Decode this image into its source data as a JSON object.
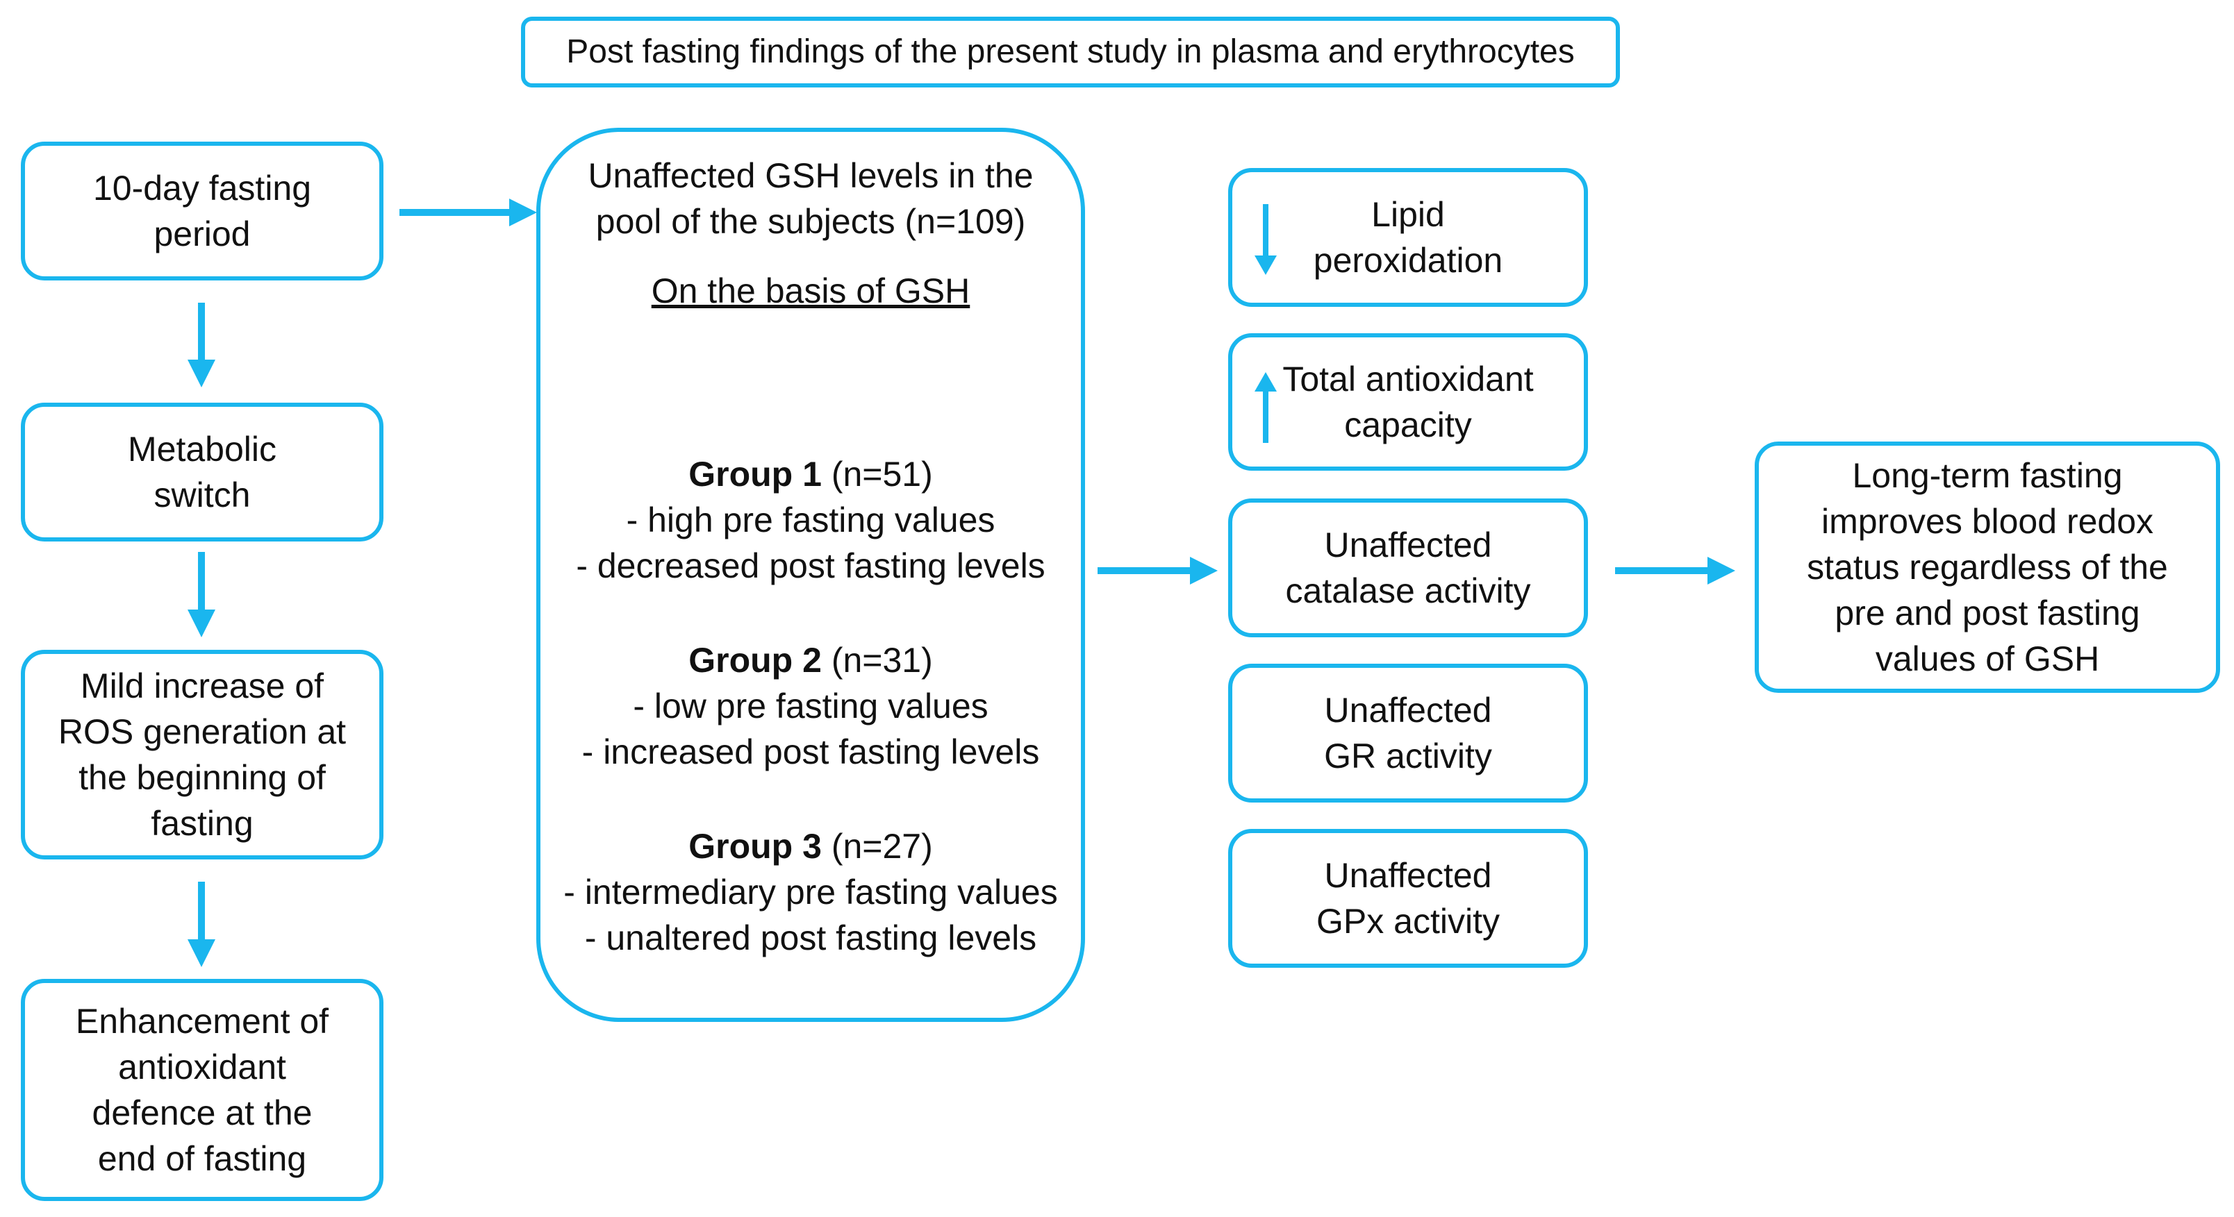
{
  "title": "Post fasting findings of the present study in plasma and erythrocytes",
  "left_column": [
    [
      "10-day fasting",
      "period"
    ],
    [
      "Metabolic",
      "switch"
    ],
    [
      "Mild increase of",
      "ROS generation at",
      "the beginning of",
      "fasting"
    ],
    [
      "Enhancement of",
      "antioxidant",
      "defence at the",
      "end of fasting"
    ]
  ],
  "middle": {
    "intro": [
      "Unaffected GSH levels in the",
      "pool of the subjects (n=109)"
    ],
    "basis": "On the basis of GSH",
    "groups": [
      {
        "name": "Group 1",
        "n": "(n=51)",
        "lines": [
          "- high pre fasting values",
          "- decreased post fasting levels"
        ]
      },
      {
        "name": "Group 2",
        "n": "(n=31)",
        "lines": [
          "- low pre fasting values",
          "- increased post fasting levels"
        ]
      },
      {
        "name": "Group 3",
        "n": "(n=27)",
        "lines": [
          "- intermediary pre fasting values",
          "- unaltered post fasting levels"
        ]
      }
    ]
  },
  "right_column": [
    {
      "lines": [
        "Lipid",
        "peroxidation"
      ],
      "indicator": "down-arrow"
    },
    {
      "lines": [
        "Total antioxidant",
        "capacity"
      ],
      "indicator": "up-arrow"
    },
    {
      "lines": [
        "Unaffected",
        "catalase activity"
      ],
      "indicator": ""
    },
    {
      "lines": [
        "Unaffected",
        "GR activity"
      ],
      "indicator": ""
    },
    {
      "lines": [
        "Unaffected",
        "GPx activity"
      ],
      "indicator": ""
    }
  ],
  "conclusion": [
    "Long-term fasting",
    "improves blood redox",
    "status regardless of the",
    "pre and post fasting",
    "values of GSH"
  ],
  "colors": {
    "accent": "#1ab6ee",
    "text": "#111111"
  }
}
